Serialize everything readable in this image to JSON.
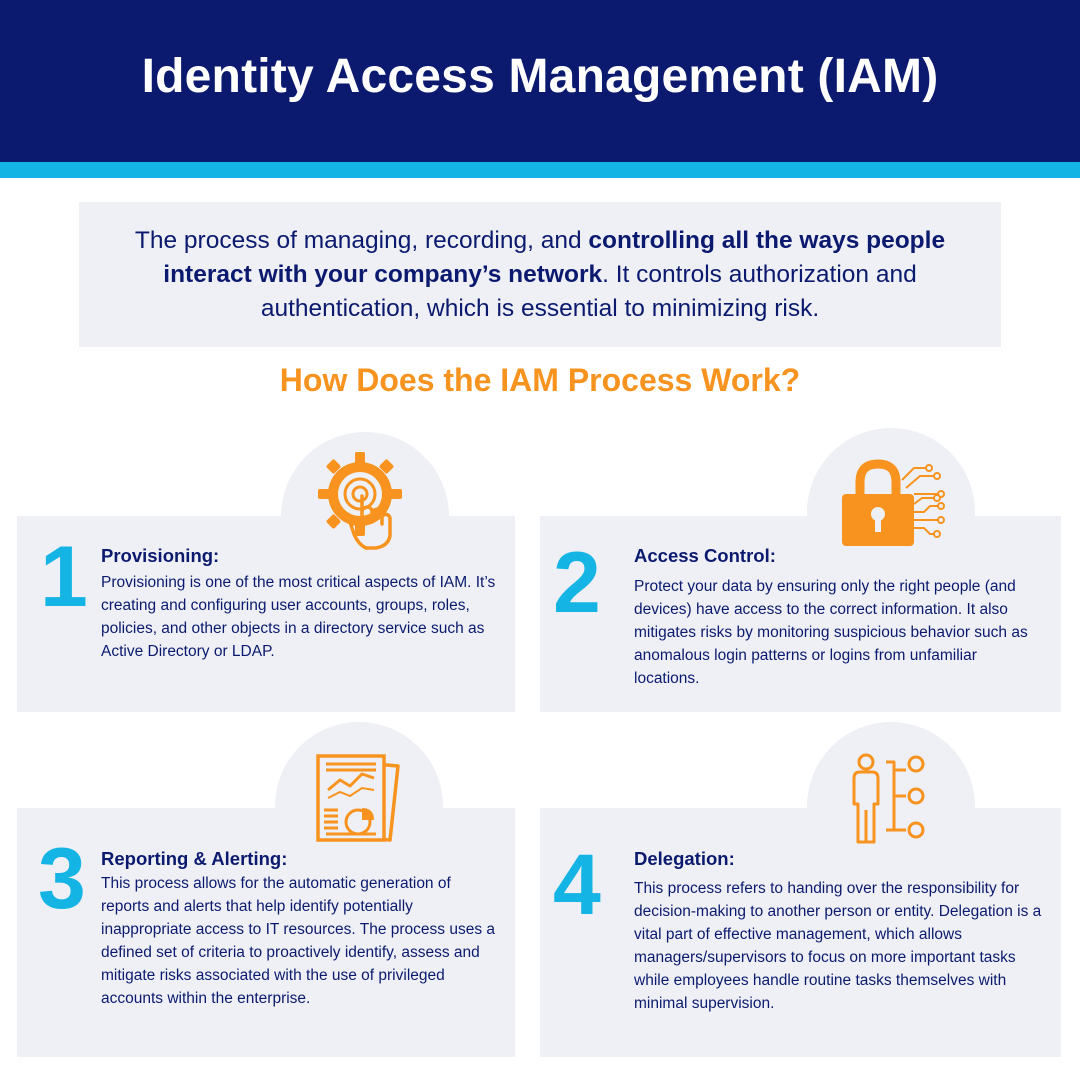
{
  "header": {
    "title": "Identity Access Management (IAM)"
  },
  "intro": {
    "part1": "The process of managing, recording, and ",
    "bold": "controlling all the ways people interact with your company’s network",
    "part2": ". It controls authorization and authentication, which is essential to minimizing risk."
  },
  "section": {
    "title": "How Does the IAM Process Work?"
  },
  "steps": [
    {
      "number": "1",
      "title": "Provisioning:",
      "body": "Provisioning is one of the most critical aspects of IAM. It’s creating and configuring user accounts, groups, roles, policies, and other objects in a directory service such as Active Directory or LDAP.",
      "icon": "gear-touch-icon"
    },
    {
      "number": "2",
      "title": "Access Control:",
      "body": "Protect your data by ensuring only the right people (and devices) have access to the correct information. It also mitigates risks by monitoring suspicious behavior such as anomalous login patterns or logins from unfamiliar locations.",
      "icon": "circuit-lock-icon"
    },
    {
      "number": "3",
      "title": "Reporting & Alerting:",
      "body": "This process allows for the automatic generation of reports and alerts that help identify potentially inappropriate access to IT resources. The process uses a defined set of criteria to proactively identify, assess and mitigate risks associated with the use of privileged accounts within the enterprise.",
      "icon": "report-document-icon"
    },
    {
      "number": "4",
      "title": "Delegation:",
      "body": "This process refers to handing over the responsibility for decision-making to another person or entity. Delegation is a vital part of effective management, which allows managers/supervisors to focus on more important tasks while employees handle routine tasks themselves with minimal supervision.",
      "icon": "person-network-icon"
    }
  ],
  "colors": {
    "navy": "#0b1a6e",
    "cyan": "#14b4e4",
    "orange": "#f7931e",
    "card": "#eef0f5"
  }
}
